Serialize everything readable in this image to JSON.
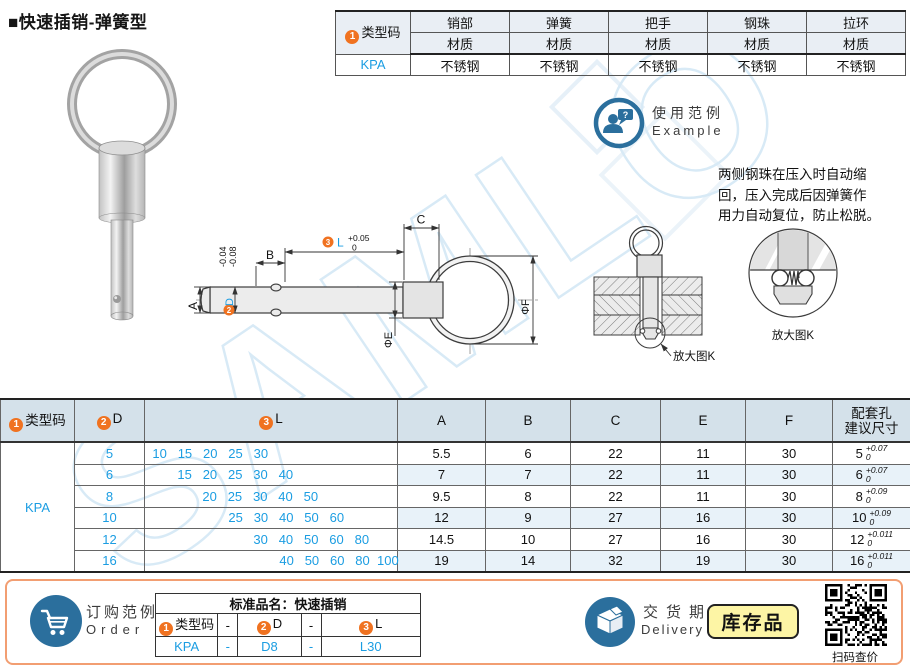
{
  "title": "■快速插销-弹簧型",
  "watermark": "SAMLO",
  "colors": {
    "accent_orange": "#f07220",
    "value_blue": "#1b9de2",
    "icon_blue": "#2b6f9d",
    "spec_header_bg": "#d4e1ea",
    "stripe_bg": "#e8f2f9",
    "material_header_bg": "#e9eef4",
    "bottom_border": "#f29e72",
    "stock_bg": "#fdf5a5",
    "watermark_blue": "#d2e7f5"
  },
  "material_table": {
    "badge": "1",
    "header": "类型码",
    "columns": [
      {
        "line1": "销部",
        "line2": "材质"
      },
      {
        "line1": "弹簧",
        "line2": "材质"
      },
      {
        "line1": "把手",
        "line2": "材质"
      },
      {
        "line1": "钢珠",
        "line2": "材质"
      },
      {
        "line1": "拉环",
        "line2": "材质"
      }
    ],
    "type_code": "KPA",
    "values": [
      "不锈钢",
      "不锈钢",
      "不锈钢",
      "不锈钢",
      "不锈钢"
    ]
  },
  "example_badge": {
    "cn": "使用范例",
    "en": "Example"
  },
  "note_lines": [
    "两侧钢珠在压入时自动缩",
    "回，压入完成后因弹簧作",
    "用力自动复位，防止松脱。"
  ],
  "drawing": {
    "dim_a": "A",
    "dim_b": "B",
    "dim_c": "C",
    "badge_d": "2",
    "dim_d": "D",
    "tol_d_1": "-0.04",
    "tol_d_2": "-0.08",
    "badge_l": "3",
    "dim_l": "L",
    "tol_l_top": "+0.05",
    "tol_l_bot": "0",
    "dim_e": "ΦE",
    "dim_f": "ΦF",
    "detail_ref": "放大图K",
    "detail_caption": "放大图K"
  },
  "spec_table": {
    "h_type_badge": "1",
    "h_type": "类型码",
    "h_d_badge": "2",
    "h_d": "D",
    "h_l_badge": "3",
    "h_l": "L",
    "h_a": "A",
    "h_b": "B",
    "h_c": "C",
    "h_e": "E",
    "h_f": "F",
    "h_hole_1": "配套孔",
    "h_hole_2": "建议尺寸",
    "type_code": "KPA",
    "rows": [
      {
        "d": "5",
        "l": [
          "10",
          "15",
          "20",
          "25",
          "30"
        ],
        "a": "5.5",
        "b": "6",
        "c": "22",
        "e": "11",
        "f": "30",
        "hole": "5",
        "tol_top": "+0.07",
        "tol_bot": "0"
      },
      {
        "d": "6",
        "l": [
          "15",
          "20",
          "25",
          "30",
          "40"
        ],
        "a": "7",
        "b": "7",
        "c": "22",
        "e": "11",
        "f": "30",
        "hole": "6",
        "tol_top": "+0.07",
        "tol_bot": "0"
      },
      {
        "d": "8",
        "l": [
          "20",
          "25",
          "30",
          "40",
          "50"
        ],
        "a": "9.5",
        "b": "8",
        "c": "22",
        "e": "11",
        "f": "30",
        "hole": "8",
        "tol_top": "+0.09",
        "tol_bot": "0"
      },
      {
        "d": "10",
        "l": [
          "25",
          "30",
          "40",
          "50",
          "60"
        ],
        "a": "12",
        "b": "9",
        "c": "27",
        "e": "16",
        "f": "30",
        "hole": "10",
        "tol_top": "+0.09",
        "tol_bot": "0"
      },
      {
        "d": "12",
        "l": [
          "30",
          "40",
          "50",
          "60",
          "80"
        ],
        "a": "14.5",
        "b": "10",
        "c": "27",
        "e": "16",
        "f": "30",
        "hole": "12",
        "tol_top": "+0.011",
        "tol_bot": "0"
      },
      {
        "d": "16",
        "l": [
          "40",
          "50",
          "60",
          "80",
          "100"
        ],
        "a": "19",
        "b": "14",
        "c": "32",
        "e": "19",
        "f": "30",
        "hole": "16",
        "tol_top": "+0.011",
        "tol_bot": "0"
      }
    ]
  },
  "order": {
    "cn": "订购范例",
    "en": "Order",
    "table_title": "标准品名：快速插销",
    "h1_badge": "1",
    "h1": "类型码",
    "h2_badge": "2",
    "h2": "D",
    "h3_badge": "3",
    "h3": "L",
    "dash": "-",
    "v1": "KPA",
    "v2": "D8",
    "v3": "L30"
  },
  "delivery": {
    "cn": "交货期",
    "en": "Delivery",
    "stock": "库存品",
    "qr_caption": "扫码查价"
  }
}
